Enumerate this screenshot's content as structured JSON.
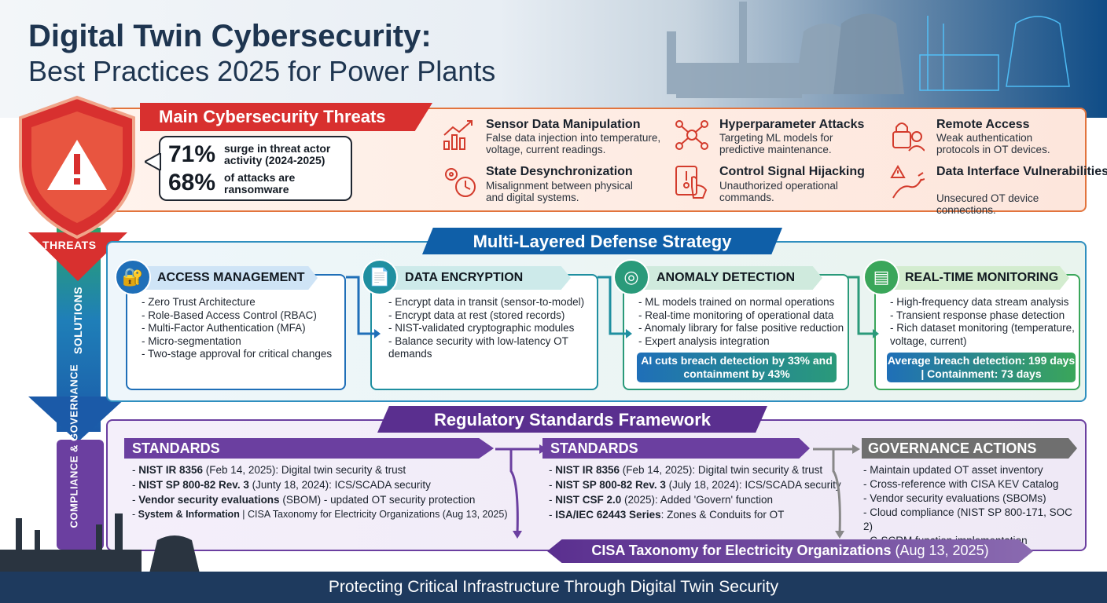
{
  "title": {
    "line1": "Digital Twin Cybersecurity:",
    "line2": "Best Practices 2025 for Power Plants"
  },
  "side_labels": {
    "threats": "THREATS",
    "solutions": "SOLUTIONS",
    "compliance": "COMPLIANCE & GOVERNANCE"
  },
  "threats": {
    "header": "Main Cybersecurity Threats",
    "stats": [
      {
        "value": "71%",
        "text": "surge in threat actor activity (2024-2025)"
      },
      {
        "value": "68%",
        "text": "of attacks are ransomware"
      }
    ],
    "items": [
      {
        "icon": "chart-manipulation-icon",
        "title": "Sensor Data Manipulation",
        "desc": "False data injection into temperature, voltage, current readings."
      },
      {
        "icon": "network-nodes-icon",
        "title": "Hyperparameter Attacks",
        "desc": "Targeting ML models for predictive maintenance."
      },
      {
        "icon": "lock-hacker-icon",
        "title": "Remote Access",
        "desc": "Weak authentication protocols in OT devices."
      },
      {
        "icon": "gears-clock-icon",
        "title": "State Desynchronization",
        "desc": "Misalignment between physical and digital systems."
      },
      {
        "icon": "hand-control-icon",
        "title": "Control Signal Hijacking",
        "desc": "Unauthorized operational commands."
      },
      {
        "icon": "cable-warning-icon",
        "title": "Data Interface Vulnerabilities",
        "desc": "Unsecured OT device connections."
      }
    ]
  },
  "defense": {
    "header": "Multi-Layered Defense Strategy",
    "cards": [
      {
        "title": "ACCESS MANAGEMENT",
        "icon": "lock-key-icon",
        "color": "#1f6fb8",
        "items": [
          "Zero Trust Architecture",
          "Role-Based Access Control (RBAC)",
          "Multi-Factor Authentication (MFA)",
          "Micro-segmentation",
          "Two-stage approval for critical changes"
        ]
      },
      {
        "title": "DATA ENCRYPTION",
        "icon": "document-shield-icon",
        "color": "#1f8fa0",
        "items": [
          "Encrypt data in transit (sensor-to-model)",
          "Encrypt data at rest (stored records)",
          "NIST-validated cryptographic modules",
          "Balance security with low-latency OT demands"
        ]
      },
      {
        "title": "ANOMALY DETECTION",
        "icon": "radar-icon",
        "color": "#2a9a7a",
        "items": [
          "ML models trained on normal operations",
          "Real-time monitoring of operational data",
          "Anomaly library for false positive reduction",
          "Expert analysis integration"
        ],
        "highlight": "AI cuts breach detection by 33% and containment by 43%"
      },
      {
        "title": "REAL-TIME MONITORING",
        "icon": "monitor-chart-icon",
        "color": "#3aa65a",
        "items": [
          "High-frequency data stream analysis",
          "Transient response phase detection",
          "Rich dataset monitoring (temperature, voltage, current)"
        ],
        "highlight": "Average breach detection: 199 days | Containment: 73 days"
      }
    ]
  },
  "regulatory": {
    "header": "Regulatory Standards Framework",
    "standards1": {
      "title": "STANDARDS",
      "items": [
        {
          "bold": "NIST IR 8356",
          "rest": " (Feb 14, 2025): Digital twin security & trust"
        },
        {
          "bold": "NIST SP 800-82 Rev. 3",
          "rest": " (Junty 18, 2024): ICS/SCADA security"
        },
        {
          "bold": "Vendor security evaluations",
          "rest": " (SBOM) - updated OT security protection"
        },
        {
          "bold": "System & Information",
          "rest": " | CISA Taxonomy for Electricity Organizations (Aug 13, 2025)"
        }
      ]
    },
    "standards2": {
      "title": "STANDARDS",
      "items": [
        {
          "bold": "NIST IR 8356",
          "rest": " (Feb 14, 2025): Digital twin security & trust"
        },
        {
          "bold": "NIST SP 800-82 Rev. 3",
          "rest": " (July 18, 2024): ICS/SCADA security"
        },
        {
          "bold": "NIST CSF 2.0",
          "rest": " (2025): Added 'Govern' function"
        },
        {
          "bold": "ISA/IEC 62443 Series",
          "rest": ": Zones & Conduits for OT"
        }
      ]
    },
    "governance": {
      "title": "GOVERNANCE ACTIONS",
      "items": [
        "Maintain updated OT asset inventory",
        "Cross-reference with CISA KEV Catalog",
        "Vendor security evaluations (SBOMs)",
        "Cloud compliance (NIST SP 800-171, SOC 2)",
        "C-SCRM function implementation"
      ]
    },
    "bottom_banner": {
      "bold": "CISA Taxonomy for Electricity Organizations",
      "rest": " (Aug 13, 2025)"
    }
  },
  "footer": "Protecting Critical Infrastructure Through Digital Twin Security",
  "colors": {
    "threat_red": "#d8302f",
    "defense_blue": "#0f5fa8",
    "regulatory_purple": "#5a2f8f",
    "footer_navy": "#1e3a5e"
  }
}
